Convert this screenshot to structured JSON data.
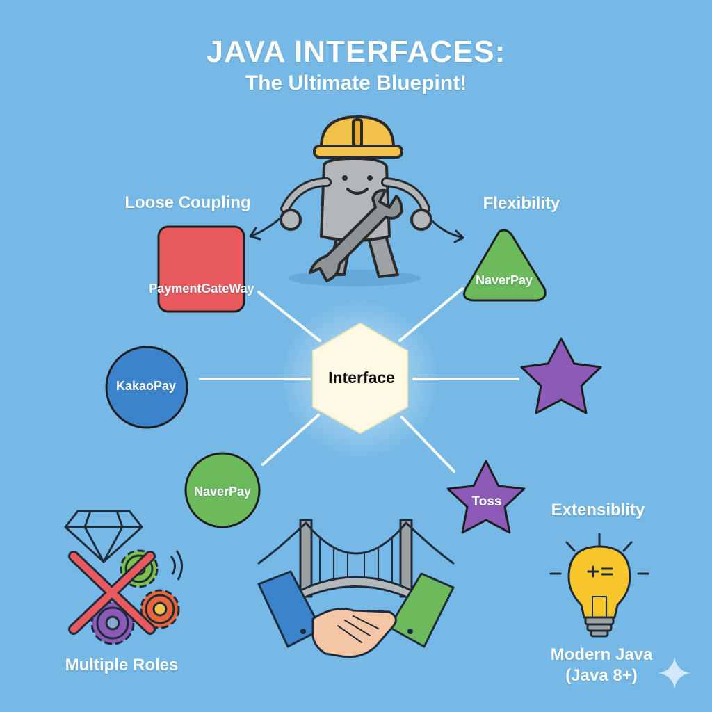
{
  "header": {
    "title": "JAVA INTERFACES:",
    "subtitle": "The Ultimate Bluepint!"
  },
  "center": {
    "label": "Interface"
  },
  "concepts": {
    "loose_coupling": "Loose Coupling",
    "flexibility": "Flexibility",
    "extensibility": "Extensiblity",
    "multiple_roles": "Multiple Roles",
    "modern_java_line1": "Modern Java",
    "modern_java_line2": "(Java 8+)"
  },
  "nodes": {
    "payment_gateway": "PaymentGateWay",
    "naverpay_top": "NaverPay",
    "kakaopay": "KakaoPay",
    "naverpay_bottom": "NaverPay",
    "toss": "Toss"
  },
  "icons": {
    "mascot": "interface-mascot-icon",
    "bridge": "bridge-handshake-icon",
    "diamond": "diamond-icon",
    "gears": "gears-icon",
    "lightbulb": "lightbulb-icon",
    "sparkle": "sparkle-icon"
  },
  "colors": {
    "background": "#76b9e6",
    "red": "#e85a5e",
    "green": "#6cba5c",
    "blue": "#3b84cc",
    "purple": "#8c5bb8",
    "hexagon": "#fdf9e4",
    "yellow": "#f7c62a"
  }
}
